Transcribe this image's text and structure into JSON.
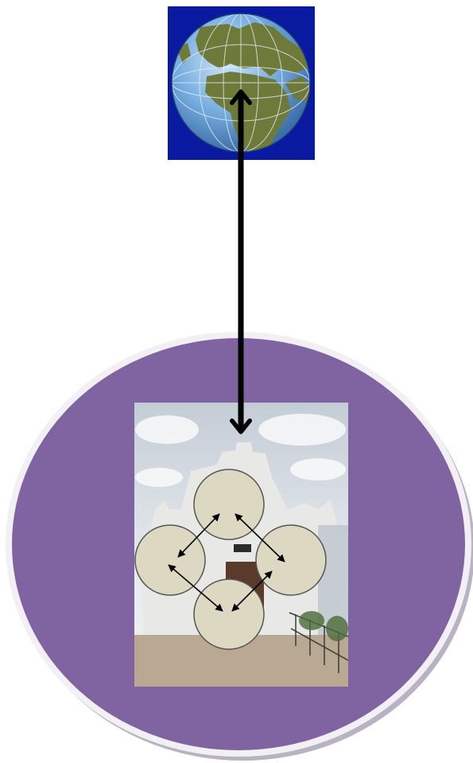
{
  "diagram": {
    "globe_tile": {
      "background_color": "#0a1aa0",
      "ocean_color": "#6fa6d6",
      "land_color": "#6e7a3a"
    },
    "community_circle": {
      "fill_color": "#8064a2",
      "rim_color": "#f2f0f4",
      "shadow_color": "#b9b2c2"
    },
    "church_photo": {
      "sky_color": "#cfd6df",
      "building_color": "#e8e8e6",
      "ground_color": "#b9a993"
    },
    "member_nodes": {
      "count": 4,
      "fill_color": "#ddd8c2",
      "stroke_color": "#555555"
    },
    "main_arrow": {
      "direction": "bidirectional",
      "color": "#000000"
    },
    "inner_arrows": {
      "count": 4,
      "direction": "bidirectional",
      "color": "#000000"
    }
  }
}
